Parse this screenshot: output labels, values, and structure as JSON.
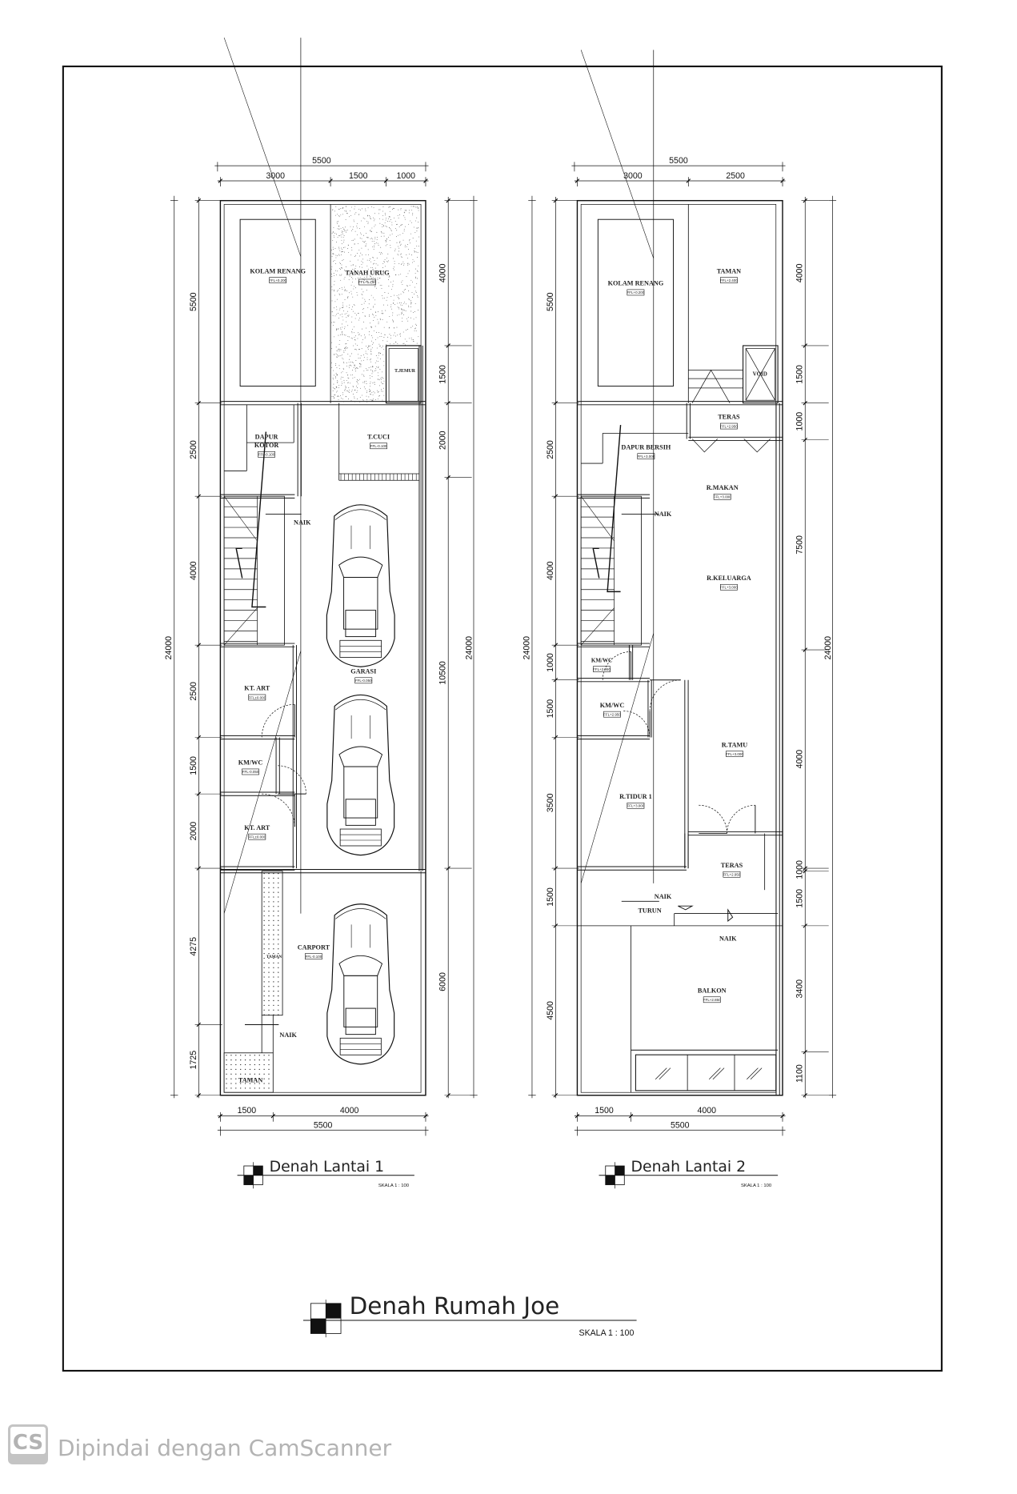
{
  "sheet_title": "Denah Rumah Joe",
  "sheet_scale": "SKALA 1 : 100",
  "footer": {
    "logo": "CS",
    "text": "Dipindai dengan CamScanner"
  },
  "plans": [
    {
      "title": "Denah Lantai 1",
      "scale": "SKALA 1 : 100",
      "dims": {
        "top_total": "5500",
        "top": [
          "3000",
          "1500",
          "1000"
        ],
        "left": [
          "5500",
          "2500",
          "4000",
          "2500",
          "1500",
          "2000",
          "4275",
          "1725"
        ],
        "left_total": "24000",
        "right": [
          "4000",
          "1500",
          "2000",
          "10500",
          "6000"
        ],
        "right_total": "24000",
        "bottom": [
          "1500",
          "4000"
        ],
        "bottom_total": "5500"
      },
      "rooms": [
        {
          "name": "KOLAM RENANG",
          "ffl": "FFL+0.200"
        },
        {
          "name": "TANAH URUG",
          "ffl": "FFL+1.750"
        },
        {
          "name": "T.JEMUR"
        },
        {
          "name": "DAPUR",
          "name2": "KOTOR",
          "ffl": "FFL-0.100"
        },
        {
          "name": "T.CUCI",
          "ffl": "FFL-0.100"
        },
        {
          "name": "NAIK"
        },
        {
          "name": "KT. ART",
          "ffl": "FFL±0.000"
        },
        {
          "name": "GARASI",
          "ffl": "FFL-0.050"
        },
        {
          "name": "KM/WC",
          "ffl": "FFL-0.050"
        },
        {
          "name": "KT. ART",
          "ffl": "FFL±0.000"
        },
        {
          "name": "TAMAN"
        },
        {
          "name": "CARPORT",
          "ffl": "FFL-0.100"
        },
        {
          "name": "NAIK"
        },
        {
          "name": "TAMAN"
        }
      ]
    },
    {
      "title": "Denah Lantai 2",
      "scale": "SKALA 1 : 100",
      "dims": {
        "top_total": "5500",
        "top": [
          "3000",
          "2500"
        ],
        "left": [
          "5500",
          "2500",
          "4000",
          "1000",
          "1500",
          "3500",
          "1500",
          "4500"
        ],
        "left_total": "24000",
        "right": [
          "4000",
          "1500",
          "1000",
          "7500",
          "4000",
          "1000",
          "1500",
          "3400",
          "1100"
        ],
        "right_total": "24000",
        "bottom": [
          "1500",
          "4000"
        ],
        "bottom_total": "5500"
      },
      "rooms": [
        {
          "name": "KOLAM RENANG",
          "ffl": "FFL+0.200"
        },
        {
          "name": "TAMAN",
          "ffl": "FFL+2.400"
        },
        {
          "name": "VOID"
        },
        {
          "name": "TERAS",
          "ffl": "FFL+2.950"
        },
        {
          "name": "DAPUR BERSIH",
          "ffl": "FFL+3.000"
        },
        {
          "name": "R.MAKAN",
          "ffl": "FFL+3.000"
        },
        {
          "name": "NAIK"
        },
        {
          "name": "R.KELUARGA",
          "ffl": "FFL+3.000"
        },
        {
          "name": "KM/WC",
          "ffl": "FFL+2.950"
        },
        {
          "name": "KM/WC",
          "ffl": "FFL+2.950"
        },
        {
          "name": "R.TIDUR 1",
          "ffl": "FFL+3.000"
        },
        {
          "name": "R.TAMU",
          "ffl": "FFL+3.000"
        },
        {
          "name": "TERAS",
          "ffl": "FFL+2.950"
        },
        {
          "name": "NAIK"
        },
        {
          "name": "TURUN"
        },
        {
          "name": "NAIK"
        },
        {
          "name": "BALKON",
          "ffl": "FFL+2.850"
        }
      ]
    }
  ]
}
